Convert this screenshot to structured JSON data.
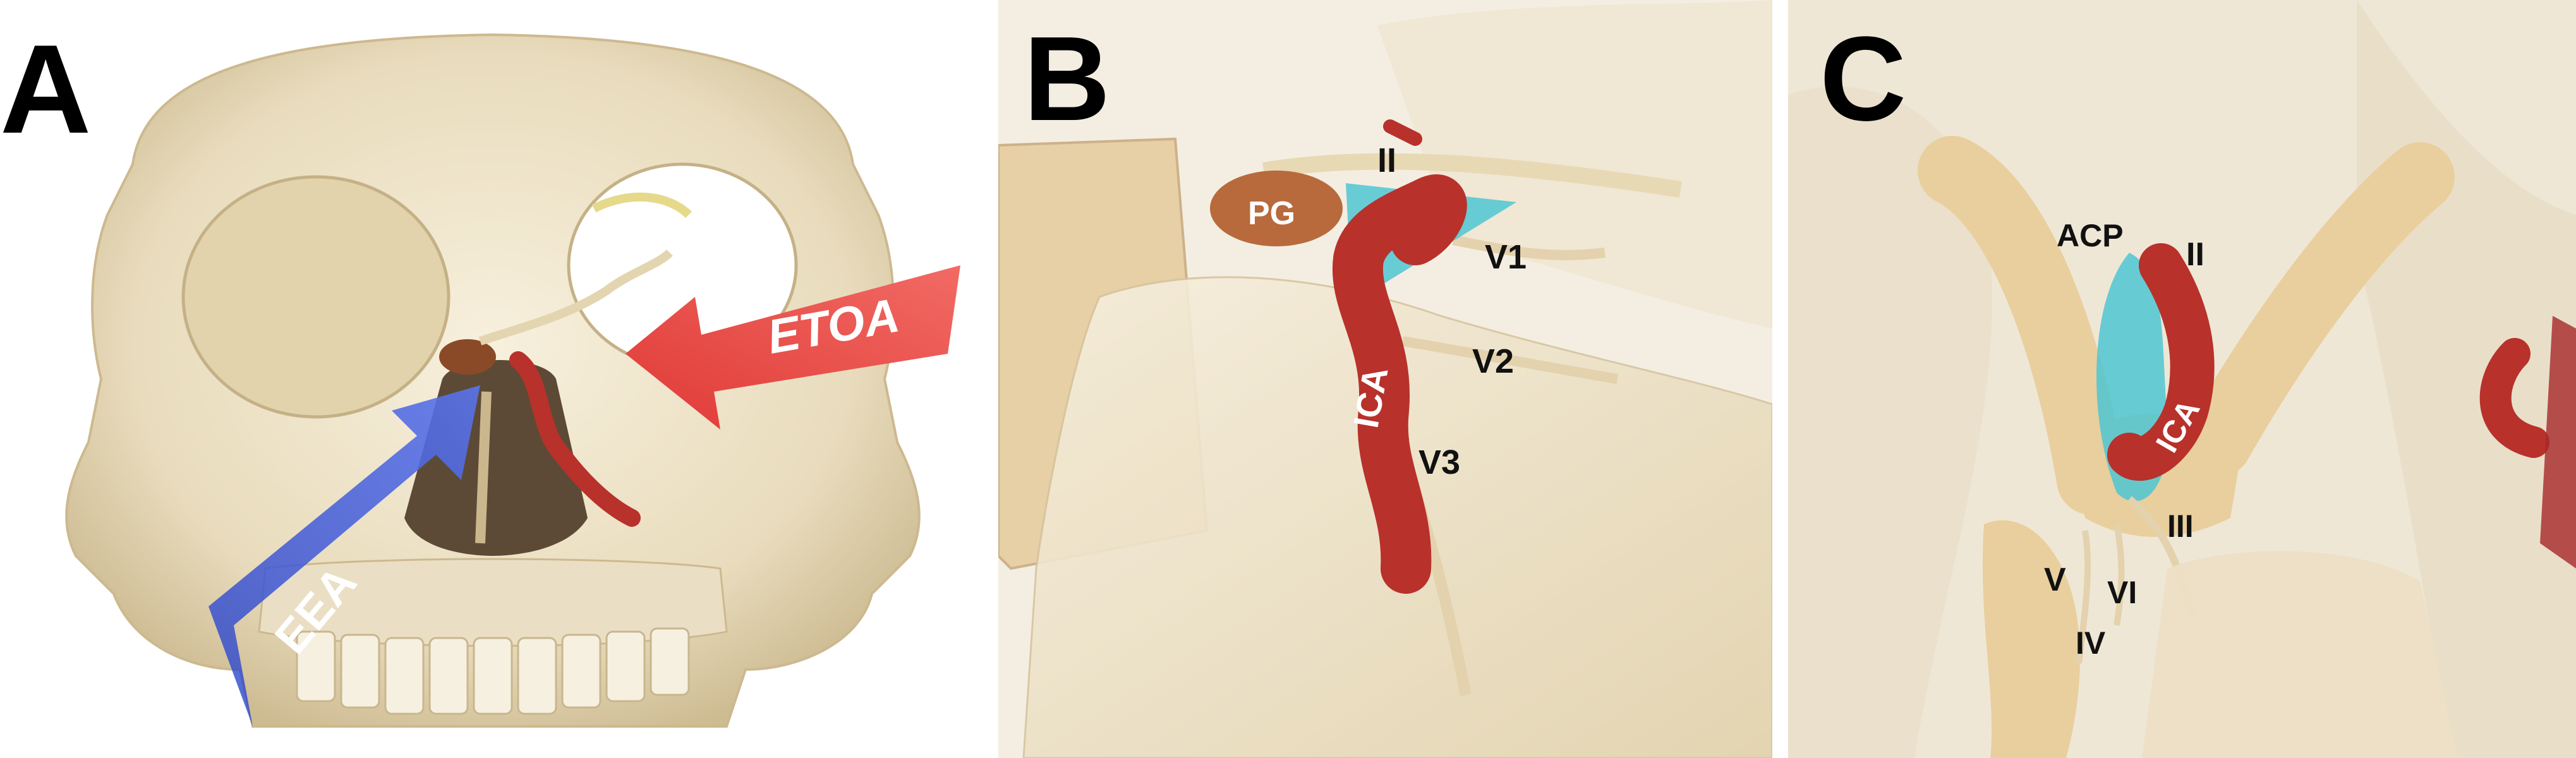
{
  "panels": [
    {
      "letter": "A",
      "arrows": {
        "eea": "EEA",
        "etoa": "ETOA"
      },
      "colors": {
        "eea": "#3a56d6",
        "etoa": "#e8413f"
      }
    },
    {
      "letter": "B",
      "labels": {
        "pg": "PG",
        "ica": "ICA",
        "ii": "II",
        "v1": "V1",
        "v2": "V2",
        "v3": "V3"
      }
    },
    {
      "letter": "C",
      "labels": {
        "acp": "ACP",
        "ii": "II",
        "ica": "ICA",
        "iii": "III",
        "iv": "IV",
        "v": "V",
        "vi": "VI"
      }
    }
  ],
  "colors": {
    "bone": "#efe6d0",
    "bone_shadow": "#d8c9a8",
    "artery": "#b8312b",
    "gland": "#b86a3c",
    "highlight": "#4fc6d2"
  }
}
